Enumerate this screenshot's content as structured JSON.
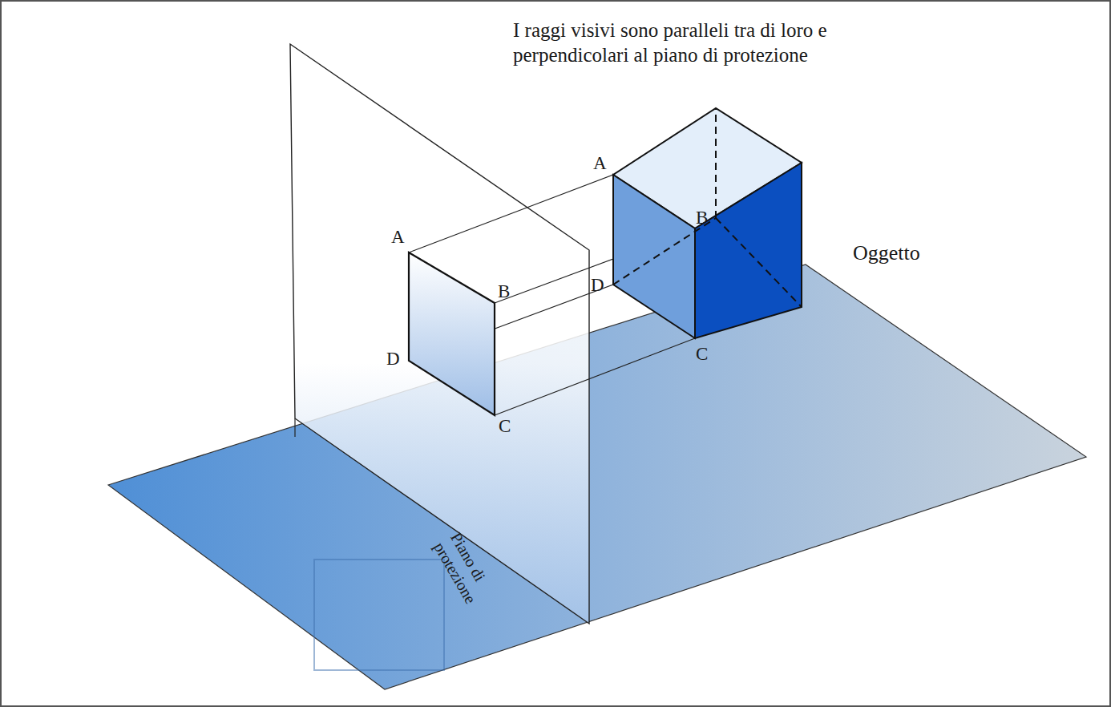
{
  "diagram": {
    "labels": [
      "I raggi visivi sono paralleli tra di loro e perpendicolari al piano di protezione",
      "A",
      "B",
      "D",
      "C",
      "A",
      "B",
      "D",
      "C",
      "Oggetto",
      "Piano di protezione"
    ]
  }
}
